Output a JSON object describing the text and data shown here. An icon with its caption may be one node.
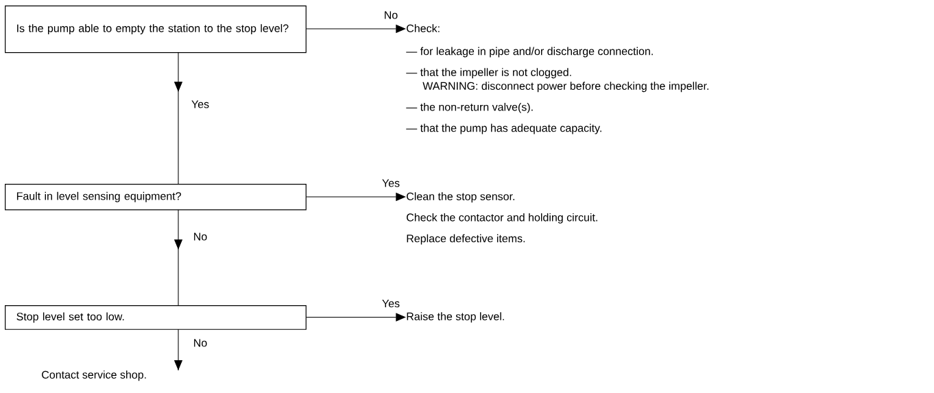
{
  "diagram": {
    "nodes": [
      {
        "text": [
          "Is the pump able to empty the station to the stop level?"
        ]
      },
      {
        "text": [
          "Check:",
          "— for leakage in pipe and/or discharge connection.",
          "— that the impeller is not clogged.",
          "WARNING: disconnect power before checking the impeller.",
          "— the non-return valve(s).",
          "— that the pump has adequate capacity."
        ]
      },
      {
        "text": [
          "Fault in level sensing equipment?"
        ]
      },
      {
        "text": [
          "Clean the stop sensor.",
          "Check the contactor and holding circuit.",
          "Replace defective items."
        ]
      },
      {
        "text": [
          "Stop level set too low."
        ]
      },
      {
        "text": [
          "Raise the stop level."
        ]
      },
      {
        "text": [
          "Contact service shop."
        ]
      }
    ],
    "edges": [
      {
        "from": 0,
        "to": 1,
        "arrow": "to",
        "label": "No"
      },
      {
        "from": 0,
        "to": 2,
        "arrow": "to",
        "label": "Yes"
      },
      {
        "from": 2,
        "to": 3,
        "arrow": "to",
        "label": "Yes"
      },
      {
        "from": 2,
        "to": 4,
        "arrow": "to",
        "label": "No"
      },
      {
        "from": 4,
        "to": 5,
        "arrow": "to",
        "label": "Yes"
      },
      {
        "from": 4,
        "to": 6,
        "arrow": "to",
        "label": "No"
      }
    ]
  }
}
